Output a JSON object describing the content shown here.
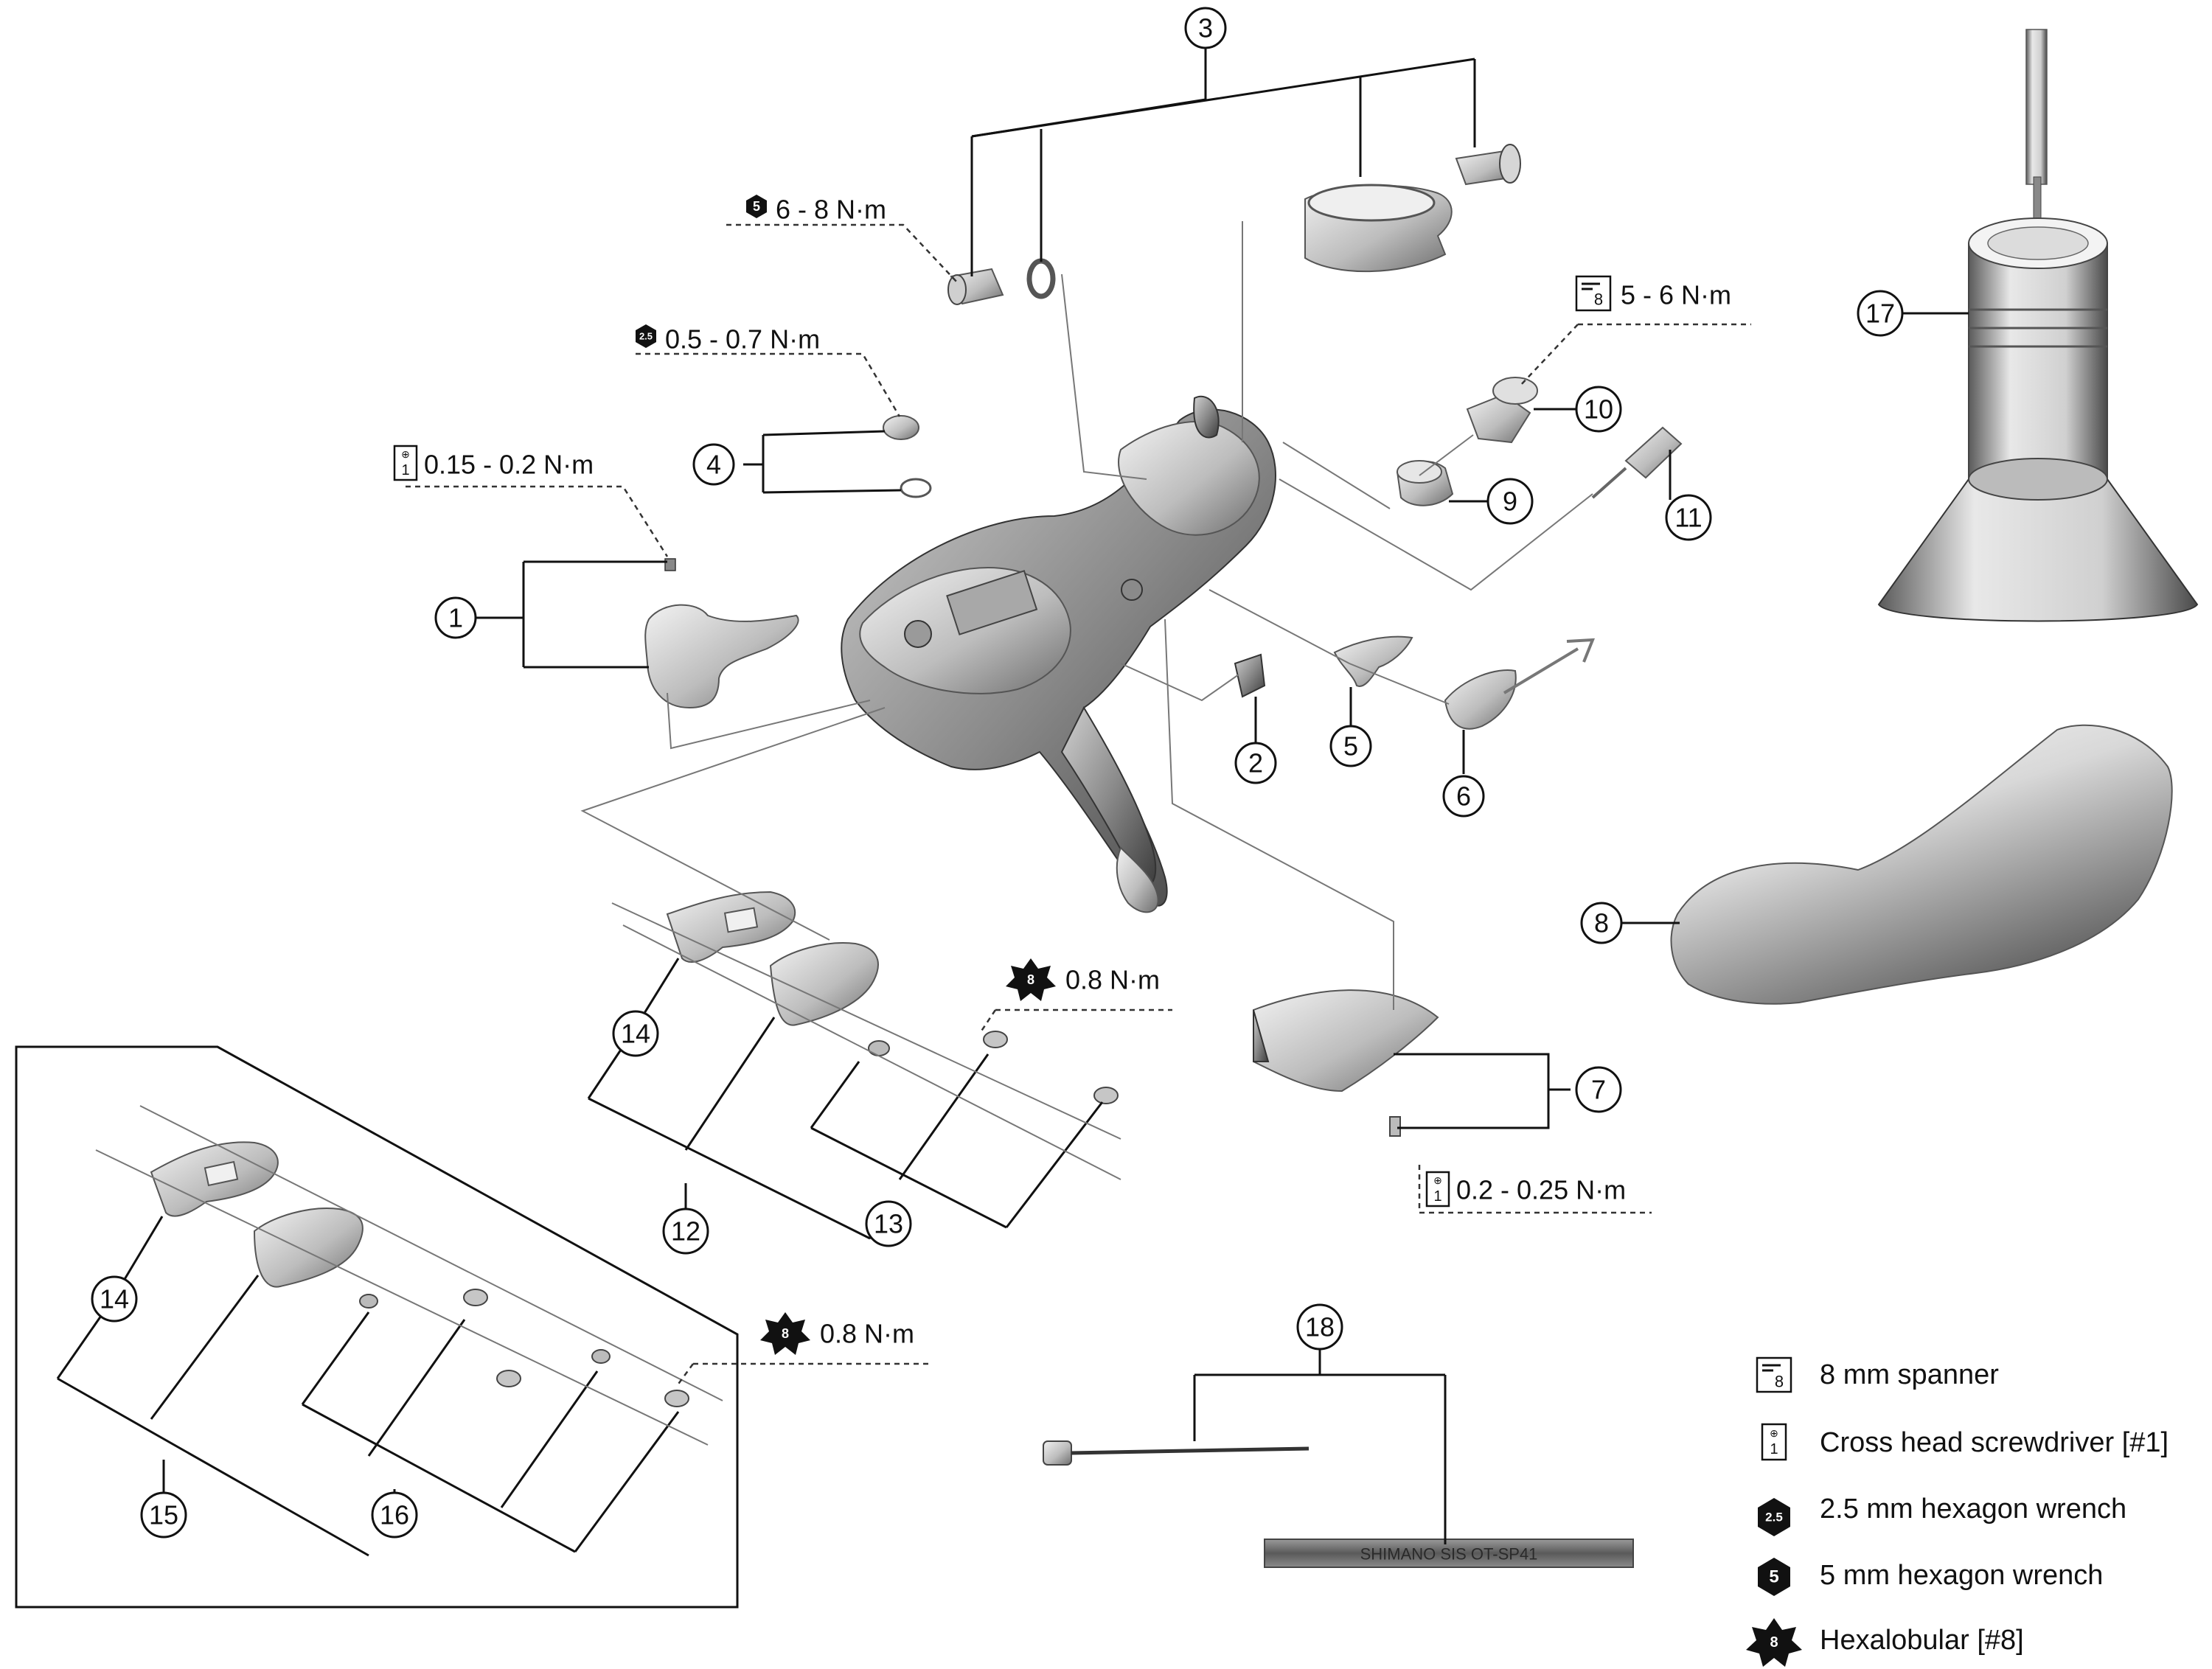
{
  "torque_specs": [
    {
      "id": "t3",
      "tool": "hex5-icon",
      "text": "6 - 8 N·m"
    },
    {
      "id": "t4",
      "tool": "hex25-icon",
      "text": "0.5 - 0.7 N·m"
    },
    {
      "id": "t1",
      "tool": "crosshead-icon",
      "text": "0.15 - 0.2 N·m"
    },
    {
      "id": "t10",
      "tool": "spanner-icon",
      "text": "5 - 6 N·m"
    },
    {
      "id": "t13",
      "tool": "hexalobular-icon",
      "text": "0.8 N·m"
    },
    {
      "id": "t7",
      "tool": "crosshead-icon",
      "text": "0.2 - 0.25 N·m"
    },
    {
      "id": "t16",
      "tool": "hexalobular-icon",
      "text": "0.8 N·m"
    }
  ],
  "callouts": [
    "3",
    "4",
    "1",
    "10",
    "9",
    "11",
    "17",
    "2",
    "5",
    "6",
    "8",
    "14",
    "12",
    "13",
    "7",
    "14",
    "15",
    "16",
    "18"
  ],
  "legend": [
    {
      "icon": "spanner-icon",
      "text": "8 mm spanner"
    },
    {
      "icon": "crosshead-icon",
      "text": "Cross head screwdriver [#1]"
    },
    {
      "icon": "hex25-icon",
      "text": "2.5 mm hexagon wrench"
    },
    {
      "icon": "hex5-icon",
      "text": "5 mm hexagon wrench"
    },
    {
      "icon": "hexalobular-icon",
      "text": "Hexalobular [#8]"
    }
  ],
  "tool_marks": {
    "spanner": "8",
    "crosshead": "1",
    "hex25": "2.5",
    "hex5": "5",
    "hexalobular": "8"
  },
  "cable_print": "SHIMANO SIS OT-SP41"
}
